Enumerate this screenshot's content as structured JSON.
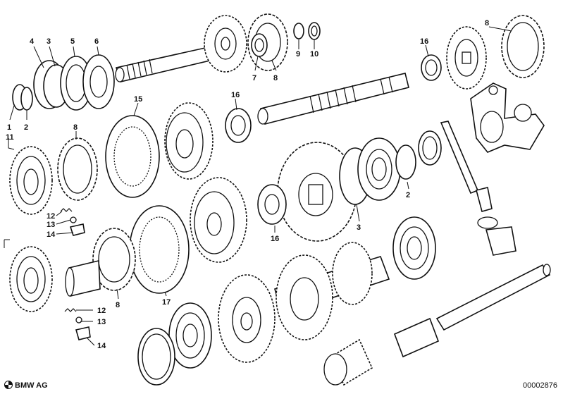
{
  "parts": [
    {
      "id": "p1",
      "label": "1",
      "shape": "ring"
    },
    {
      "id": "p2a",
      "label": "2",
      "shape": "ring"
    },
    {
      "id": "p3a",
      "label": "3",
      "shape": "ring"
    },
    {
      "id": "p4",
      "label": "4",
      "shape": "ring"
    },
    {
      "id": "p5",
      "label": "5",
      "shape": "bearing"
    },
    {
      "id": "p6",
      "label": "6",
      "shape": "ring"
    },
    {
      "id": "p7",
      "label": "7",
      "shape": "bearing"
    },
    {
      "id": "p8a",
      "label": "8",
      "shape": "gear"
    },
    {
      "id": "p9",
      "label": "9",
      "shape": "ring"
    },
    {
      "id": "p10",
      "label": "10",
      "shape": "ring"
    },
    {
      "id": "p16a",
      "label": "16",
      "shape": "bearing"
    },
    {
      "id": "p8b",
      "label": "8",
      "shape": "gear"
    },
    {
      "id": "p16b",
      "label": "16",
      "shape": "bearing"
    },
    {
      "id": "p15",
      "label": "15",
      "shape": "sleeve"
    },
    {
      "id": "p8c",
      "label": "8",
      "shape": "gear"
    },
    {
      "id": "p11",
      "label": "11",
      "shape": "gear"
    },
    {
      "id": "p12a",
      "label": "12",
      "shape": "spring"
    },
    {
      "id": "p13a",
      "label": "13",
      "shape": "ball"
    },
    {
      "id": "p14a",
      "label": "14",
      "shape": "detent"
    },
    {
      "id": "p2b",
      "label": "2",
      "shape": "ring"
    },
    {
      "id": "p3b",
      "label": "3",
      "shape": "ring"
    },
    {
      "id": "p16c",
      "label": "16",
      "shape": "bearing"
    },
    {
      "id": "p8d",
      "label": "8",
      "shape": "gear"
    },
    {
      "id": "p17",
      "label": "17",
      "shape": "sleeve"
    },
    {
      "id": "p12b",
      "label": "12",
      "shape": "spring"
    },
    {
      "id": "p13b",
      "label": "13",
      "shape": "ball"
    },
    {
      "id": "p14b",
      "label": "14",
      "shape": "detent"
    }
  ],
  "footer": {
    "brand": "BMW AG",
    "ref": "00002876"
  }
}
